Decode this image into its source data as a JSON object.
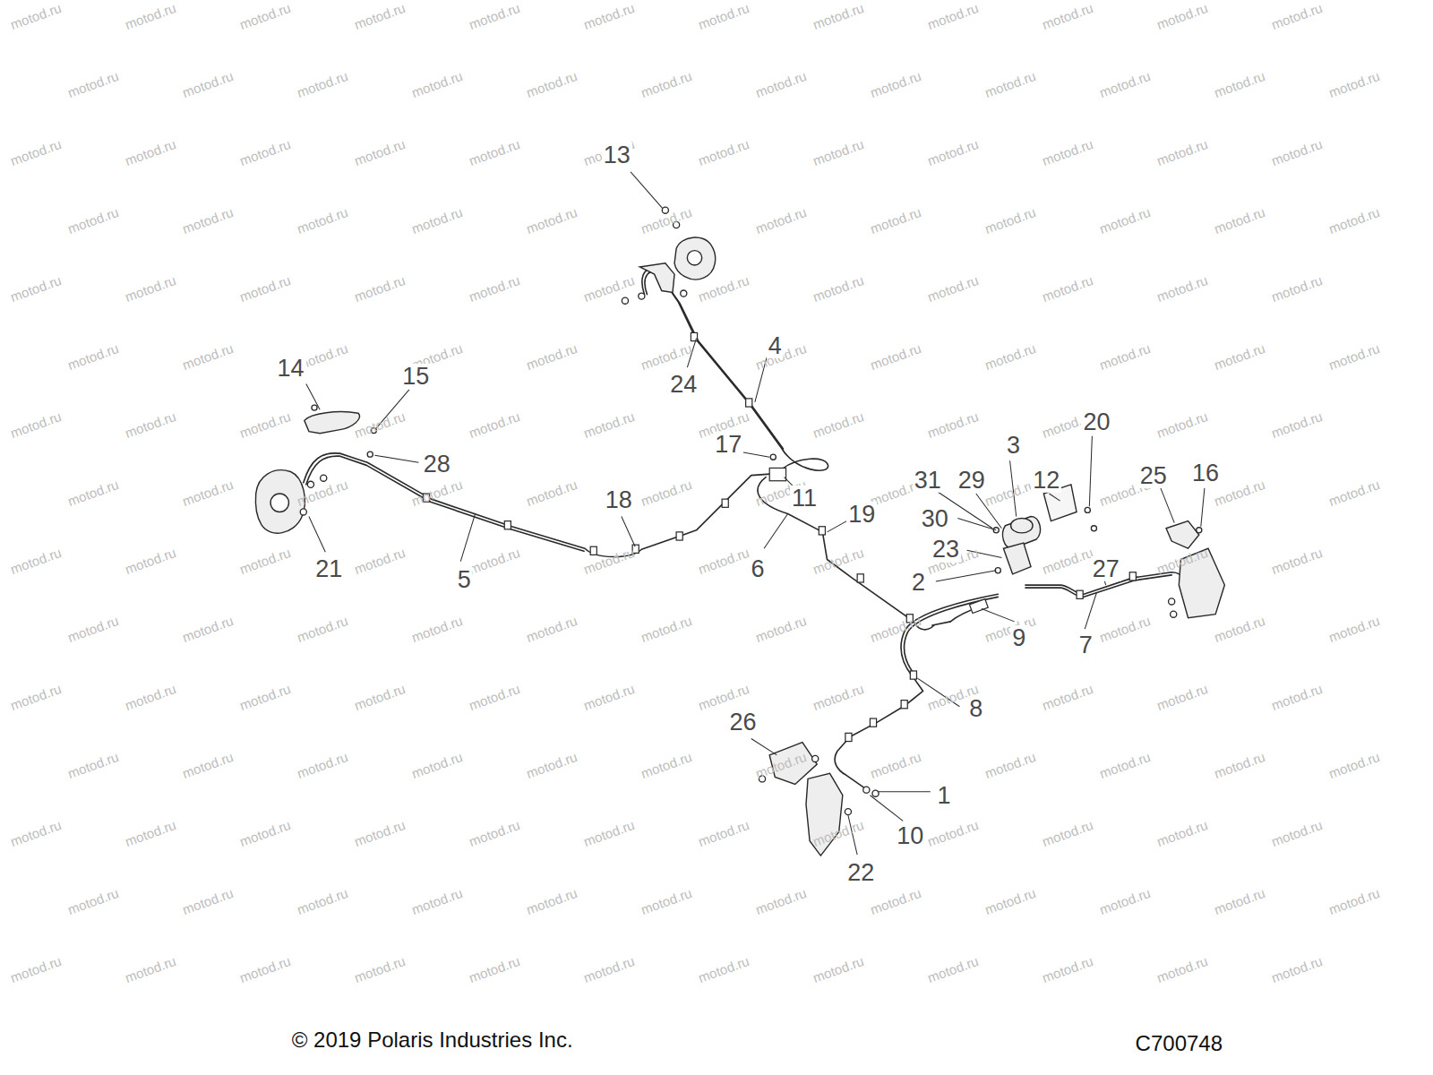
{
  "diagram": {
    "labels": [
      "13",
      "4",
      "14",
      "15",
      "24",
      "28",
      "17",
      "3",
      "20",
      "31",
      "29",
      "12",
      "25",
      "16",
      "11",
      "18",
      "19",
      "30",
      "21",
      "5",
      "6",
      "23",
      "27",
      "2",
      "9",
      "7",
      "8",
      "26",
      "1",
      "10",
      "22",
      "© 2019 Polaris Industries Inc.",
      "C700748",
      "motod.ru",
      "motod.ru",
      "motod.ru",
      "motod.ru",
      "motod.ru",
      "motod.ru",
      "motod.ru",
      "motod.ru",
      "motod.ru",
      "motod.ru",
      "motod.ru",
      "motod.ru",
      "motod.ru",
      "motod.ru",
      "motod.ru",
      "motod.ru",
      "motod.ru",
      "motod.ru",
      "motod.ru",
      "motod.ru",
      "motod.ru",
      "motod.ru",
      "motod.ru",
      "motod.ru",
      "motod.ru",
      "motod.ru",
      "motod.ru",
      "motod.ru",
      "motod.ru",
      "motod.ru",
      "motod.ru",
      "motod.ru",
      "motod.ru",
      "motod.ru",
      "motod.ru",
      "motod.ru",
      "motod.ru",
      "motod.ru",
      "motod.ru",
      "motod.ru",
      "motod.ru",
      "motod.ru",
      "motod.ru",
      "motod.ru",
      "motod.ru",
      "motod.ru",
      "motod.ru",
      "motod.ru",
      "motod.ru",
      "motod.ru",
      "motod.ru",
      "motod.ru",
      "motod.ru",
      "motod.ru",
      "motod.ru",
      "motod.ru",
      "motod.ru",
      "motod.ru",
      "motod.ru",
      "motod.ru",
      "motod.ru",
      "motod.ru",
      "motod.ru",
      "motod.ru",
      "motod.ru",
      "motod.ru",
      "motod.ru",
      "motod.ru",
      "motod.ru",
      "motod.ru",
      "motod.ru",
      "motod.ru",
      "motod.ru",
      "motod.ru",
      "motod.ru",
      "motod.ru",
      "motod.ru",
      "motod.ru",
      "motod.ru",
      "motod.ru",
      "motod.ru",
      "motod.ru",
      "motod.ru",
      "motod.ru",
      "motod.ru",
      "motod.ru",
      "motod.ru",
      "motod.ru",
      "motod.ru",
      "motod.ru",
      "motod.ru",
      "motod.ru",
      "motod.ru",
      "motod.ru",
      "motod.ru",
      "motod.ru",
      "motod.ru",
      "motod.ru",
      "motod.ru",
      "motod.ru",
      "motod.ru",
      "motod.ru",
      "motod.ru",
      "motod.ru",
      "motod.ru",
      "motod.ru",
      "motod.ru",
      "motod.ru",
      "motod.ru",
      "motod.ru",
      "motod.ru",
      "motod.ru",
      "motod.ru",
      "motod.ru",
      "motod.ru",
      "motod.ru",
      "motod.ru",
      "motod.ru",
      "motod.ru",
      "motod.ru",
      "motod.ru",
      "motod.ru",
      "motod.ru",
      "motod.ru",
      "motod.ru",
      "motod.ru",
      "motod.ru",
      "motod.ru",
      "motod.ru",
      "motod.ru",
      "motod.ru",
      "motod.ru",
      "motod.ru",
      "motod.ru",
      "motod.ru",
      "motod.ru",
      "motod.ru",
      "motod.ru",
      "motod.ru",
      "motod.ru",
      "motod.ru",
      "motod.ru",
      "motod.ru",
      "motod.ru",
      "motod.ru",
      "motod.ru",
      "motod.ru",
      "motod.ru",
      "motod.ru",
      "motod.ru",
      "motod.ru",
      "motod.ru",
      "motod.ru",
      "motod.ru",
      "motod.ru",
      "motod.ru",
      "motod.ru",
      "motod.ru",
      "motod.ru",
      "motod.ru",
      "motod.ru",
      "motod.ru",
      "motod.ru",
      "motod.ru",
      "motod.ru",
      "motod.ru",
      "motod.ru",
      "motod.ru",
      "motod.ru",
      "motod.ru",
      "motod.ru",
      "motod.ru",
      "motod.ru",
      "motod.ru",
      "motod.ru",
      "motod.ru",
      "motod.ru",
      "motod.ru",
      "motod.ru",
      "motod.ru"
    ]
  }
}
